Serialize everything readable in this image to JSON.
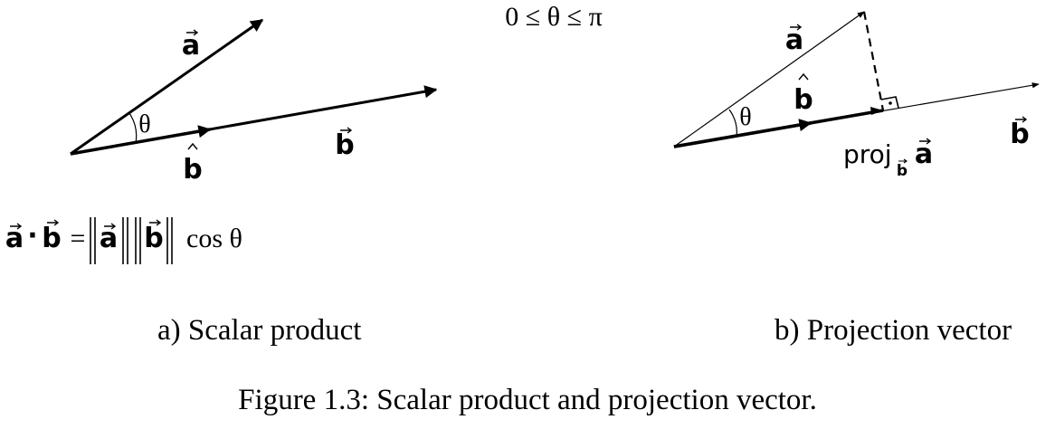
{
  "range_label": "0 ≤ θ ≤ π",
  "left_panel": {
    "vector_a_label": "a",
    "vector_b_label": "b",
    "unit_b_label": "b",
    "theta_label": "θ",
    "formula": {
      "a": "a",
      "dot": "·",
      "b": "b",
      "eq": "=",
      "norm_a": "a",
      "norm_b": "b",
      "cos": "cos θ"
    },
    "caption": "a) Scalar product"
  },
  "right_panel": {
    "vector_a_label": "a",
    "vector_b_label": "b",
    "unit_b_label": "b",
    "theta_label": "θ",
    "proj_label": "proj",
    "proj_sub": "b",
    "proj_a": "a",
    "caption": "b) Projection vector"
  },
  "figure_caption": "Figure 1.3: Scalar product and projection vector."
}
